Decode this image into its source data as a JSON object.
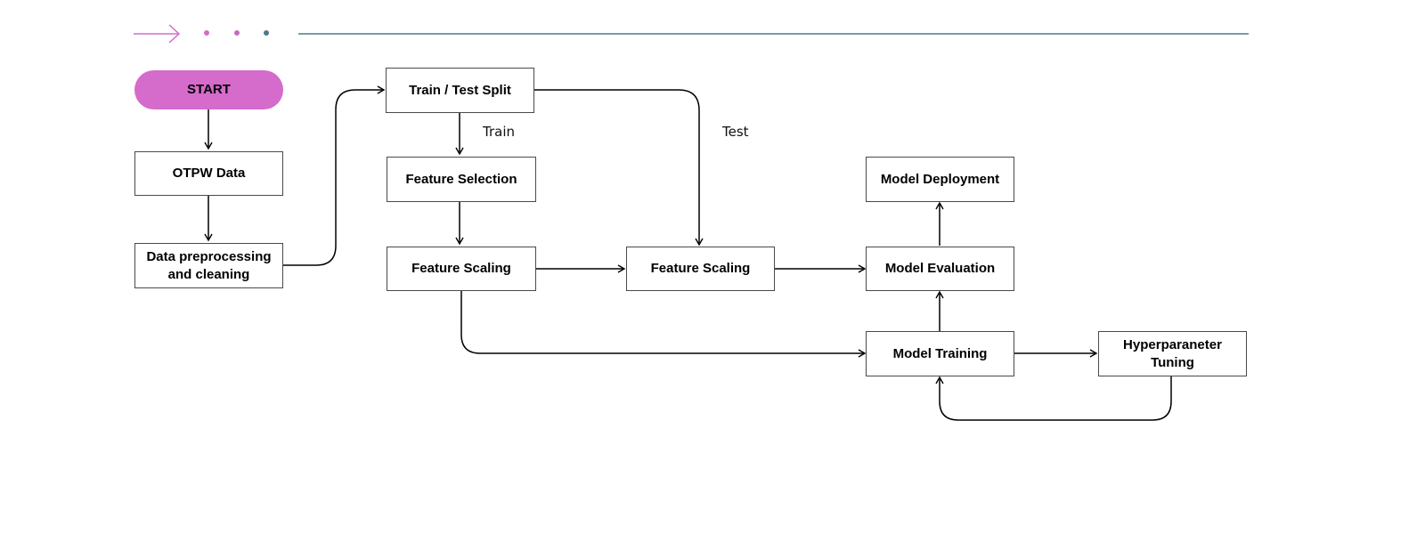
{
  "colors": {
    "accent_pink": "#d56bcb",
    "accent_teal": "#4b7a8c",
    "line": "#000000",
    "box_border": "#4a4a4a"
  },
  "nodes": {
    "start": "START",
    "otpw_data": "OTPW Data",
    "preprocessing": "Data preprocessing and cleaning",
    "split": "Train / Test Split",
    "feature_selection": "Feature Selection",
    "feature_scaling_train": "Feature Scaling",
    "feature_scaling_test": "Feature Scaling",
    "model_deployment": "Model Deployment",
    "model_evaluation": "Model Evaluation",
    "model_training": "Model Training",
    "hyperparameter_tuning": "Hyperparaneter Tuning"
  },
  "edge_labels": {
    "train": "Train",
    "test": "Test"
  },
  "decor": {
    "arrow_icon": "long-right-arrow-icon",
    "dots_icon": "three-dots-icon"
  }
}
